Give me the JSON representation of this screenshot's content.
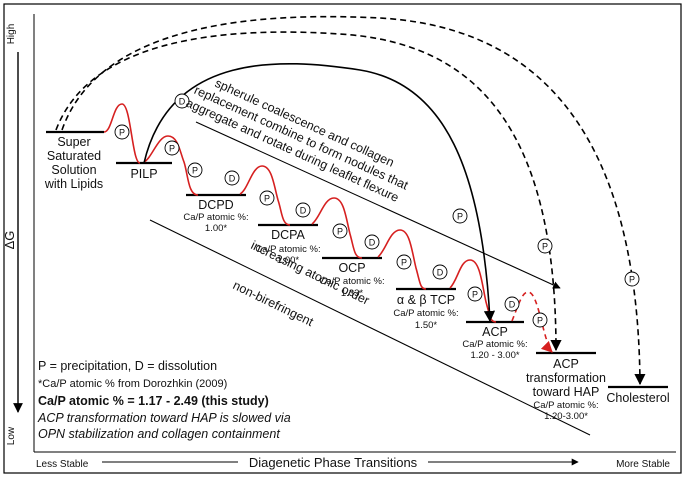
{
  "axes": {
    "y_high": "High",
    "y_label": "ΔG",
    "y_low": "Low",
    "x_left": "Less Stable",
    "x_title": "Diagenetic Phase Transitions",
    "x_right": "More Stable"
  },
  "phases": {
    "super_sat": [
      "Super",
      "Saturated",
      "Solution",
      "with Lipids"
    ],
    "pilp": "PILP",
    "dcpd": {
      "name": "DCPD",
      "ratio_label": "Ca/P atomic %:",
      "ratio": "1.00*"
    },
    "dcpa": {
      "name": "DCPA",
      "ratio_label": "Ca/P atomic %:",
      "ratio": "1.00*"
    },
    "ocp": {
      "name": "OCP",
      "ratio_label": "Ca/P atomic %:",
      "ratio": "1.33*"
    },
    "tcp": {
      "name": "α & β TCP",
      "ratio_label": "Ca/P atomic %:",
      "ratio": "1.50*"
    },
    "acp": {
      "name": "ACP",
      "ratio_label": "Ca/P atomic %:",
      "ratio": "1.20 - 3.00*"
    },
    "acp_hap": {
      "name": [
        "ACP",
        "transformation",
        "toward HAP"
      ],
      "ratio_label": "Ca/P atomic %:",
      "ratio": "1.20-3.00*"
    },
    "cholesterol": "Cholesterol"
  },
  "markers": {
    "p": "P",
    "d": "D"
  },
  "annotations": {
    "spherule": [
      "spherule coalescence and collagen",
      "replacement combine to form nodules that",
      "aggregate and rotate during leaflet flexure"
    ],
    "increasing": "increasing atomic order",
    "nonbiref": "non-birefringent"
  },
  "legend": {
    "line1": "P = precipitation, D = dissolution",
    "line2": "*Ca/P atomic % from Dorozhkin (2009)",
    "line3": "Ca/P atomic % = 1.17 - 2.49  (this study)",
    "line4": "ACP transformation toward HAP is slowed via",
    "line5": "OPN stabilization and collagen containment"
  }
}
